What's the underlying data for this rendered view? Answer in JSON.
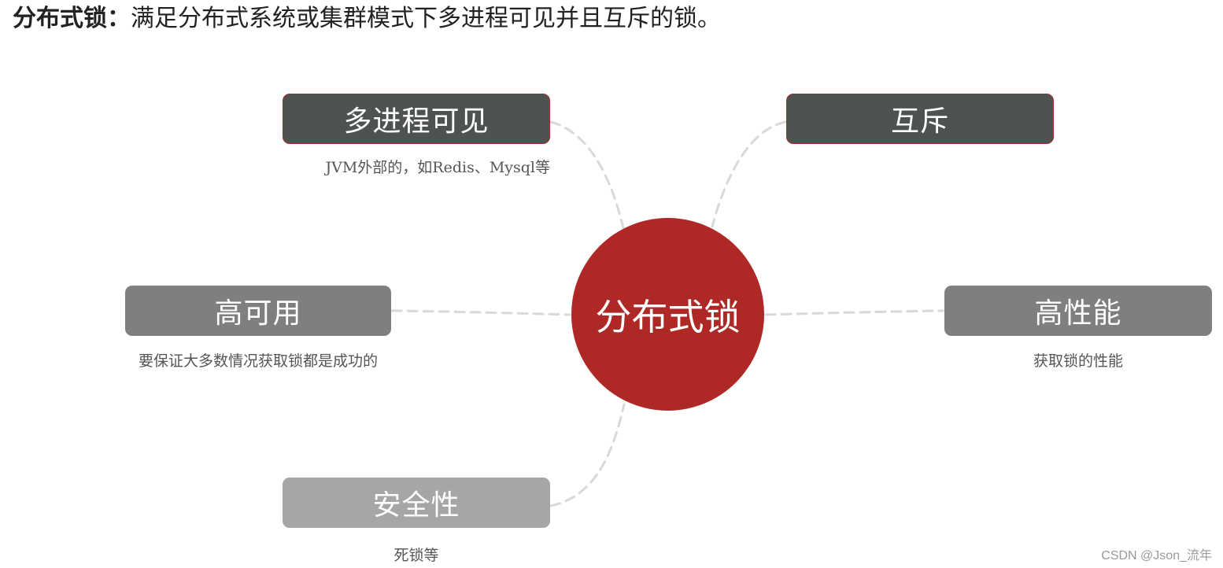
{
  "heading": {
    "term": "分布式锁：",
    "definition": "满足分布式系统或集群模式下多进程可见并且互斥的锁。"
  },
  "center": {
    "label": "分布式锁",
    "color": "#ae2826"
  },
  "nodes": {
    "multi_process_visible": {
      "label": "多进程可见",
      "description": "JVM外部的，如Redis、Mysql等"
    },
    "mutual_exclusion": {
      "label": "互斥"
    },
    "high_availability": {
      "label": "高可用",
      "description": "要保证大多数情况获取锁都是成功的"
    },
    "high_performance": {
      "label": "高性能",
      "description": "获取锁的性能"
    },
    "safety": {
      "label": "安全性",
      "description": "死锁等"
    }
  },
  "colors": {
    "dark_node": "#4e5352",
    "mid_node": "#7f7f7f",
    "light_node": "#a6a6a6",
    "connector": "#d9d9d9"
  },
  "watermark": "CSDN @Json_流年"
}
